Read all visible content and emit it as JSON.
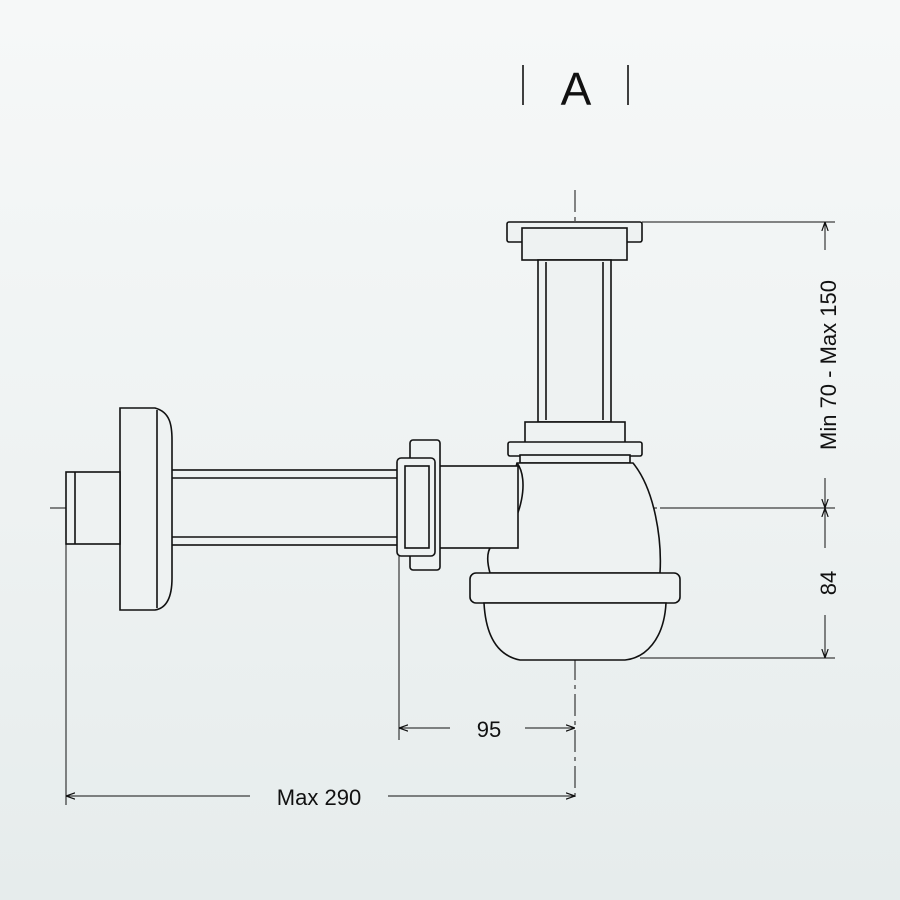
{
  "view_label": "A",
  "dimensions": {
    "height_range": "Min 70 - Max 150",
    "trap_height": "84",
    "offset": "95",
    "max_length": "Max 290"
  },
  "colors": {
    "line": "#111111",
    "background": "#eef2f2",
    "part_fill": "#eef2f2"
  }
}
